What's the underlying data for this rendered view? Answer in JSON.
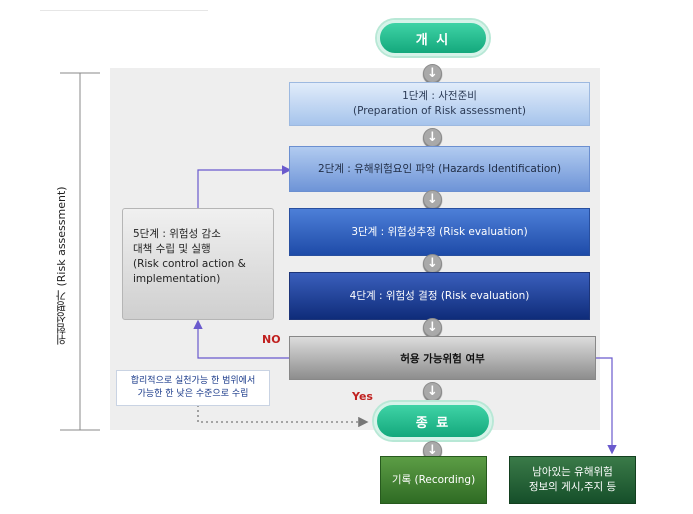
{
  "start_label": "개 시",
  "end_label": "종 료",
  "side_label": "위험성평가 (Risk assessment)",
  "steps": [
    {
      "line1": "1단계 : 사전준비",
      "line2": "(Preparation of Risk assessment)"
    },
    {
      "line1": "2단계 : 유해위험요인 파악 (Hazards Identification)"
    },
    {
      "line1": "3단계 : 위험성추정 (Risk evaluation)"
    },
    {
      "line1": "4단계 : 위험성 결정 (Risk evaluation)"
    }
  ],
  "decision": "허용 가능위험 여부",
  "no_label": "NO",
  "yes_label": "Yes",
  "step5": {
    "line1": "5단계 : 위험성 감소",
    "line2": "대책 수립 및 실행",
    "line3": "(Risk control action &",
    "line4": "implementation)"
  },
  "note": {
    "line1": "합리적으로 실천가능 한 범위에서",
    "line2": "가능한 한 낮은 수준으로 수립"
  },
  "recording": "기록 (Recording)",
  "remaining": {
    "line1": "남아있는 유해위험",
    "line2": "정보의 게시,주지 등"
  },
  "arrow_glyph": "↓",
  "colors": {
    "accent_green": "#14a87c",
    "flow_line": "#6a5acd",
    "no_yes": "#c0201f"
  }
}
